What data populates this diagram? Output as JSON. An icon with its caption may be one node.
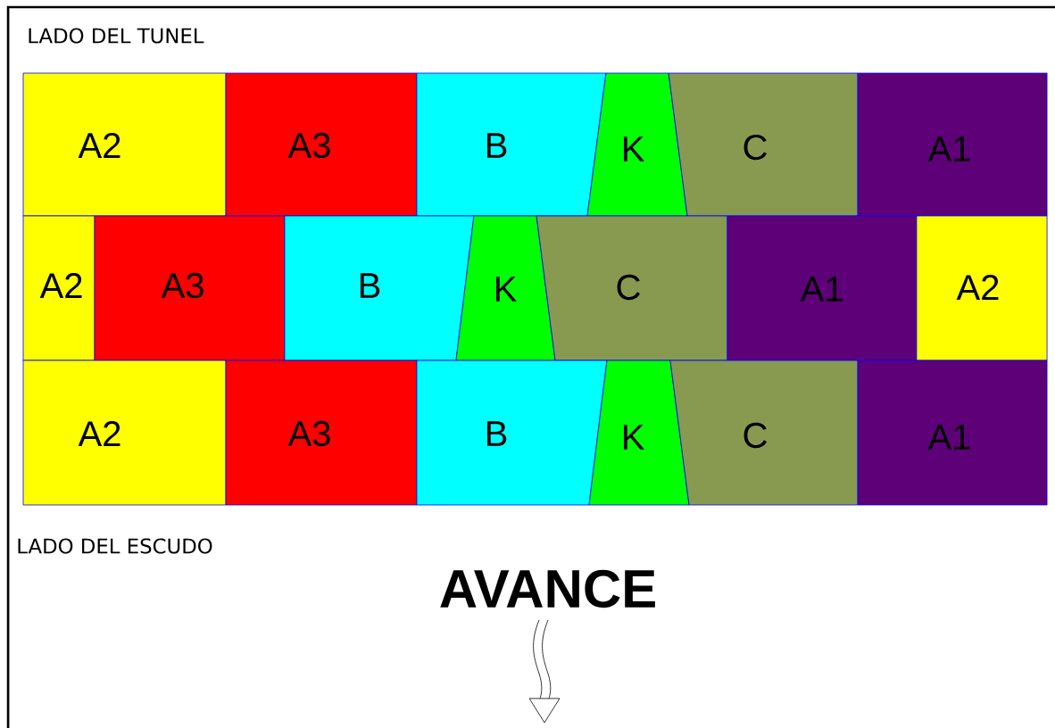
{
  "diagram": {
    "nodes": [
      {
        "text": [
          "A2"
        ]
      },
      {
        "text": [
          "A3"
        ]
      },
      {
        "text": [
          "B"
        ]
      },
      {
        "text": [
          "K"
        ]
      },
      {
        "text": [
          "C"
        ]
      },
      {
        "text": [
          "A1"
        ]
      },
      {
        "text": [
          "A2"
        ]
      },
      {
        "text": [
          "A3"
        ]
      },
      {
        "text": [
          "B"
        ]
      },
      {
        "text": [
          "K"
        ]
      },
      {
        "text": [
          "C"
        ]
      },
      {
        "text": [
          "A1"
        ]
      },
      {
        "text": [
          "A2"
        ]
      },
      {
        "text": [
          "A2"
        ]
      },
      {
        "text": [
          "A3"
        ]
      },
      {
        "text": [
          "B"
        ]
      },
      {
        "text": [
          "K"
        ]
      },
      {
        "text": [
          "C"
        ]
      },
      {
        "text": [
          "A1"
        ]
      }
    ],
    "edges": [],
    "labels": [
      "LADO DEL TUNEL",
      "LADO DEL ESCUDO",
      "AVANCE"
    ]
  }
}
